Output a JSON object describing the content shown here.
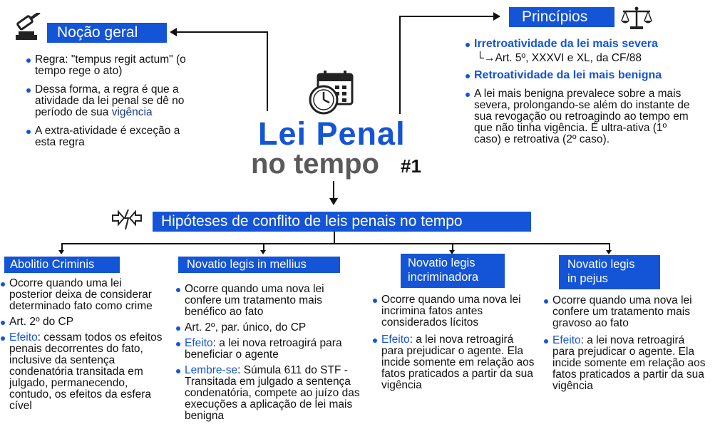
{
  "main_title": {
    "line1": "Lei Penal",
    "line2": "no tempo",
    "number": "#1"
  },
  "nocao": {
    "title": "Noção geral",
    "item1": "Regra: \"tempus regit actum\" (o tempo rege o ato)",
    "item2_pre": "Dessa forma, a regra é que a atividade da lei penal se dê no período de sua ",
    "item2_hl": "vigência",
    "item3": "A extra-atividade é exceção a esta regra"
  },
  "principios": {
    "title": "Princípios",
    "p1": "Irretroatividade da lei mais severa",
    "p1_sub": "└→Art. 5º, XXXVI e XL, da CF/88",
    "p2": "Retroatividade da lei mais benigna",
    "p2_text": "A lei mais benigna prevalece sobre a mais severa, prolongando-se além do instante de sua revogação ou retroagindo ao tempo em que não tinha vigência. É ultra-ativa (1º caso) e retroativa (2º caso)."
  },
  "hipoteses": {
    "title": "Hipóteses de conflito de leis penais no tempo"
  },
  "abolitio": {
    "title": "Abolitio Criminis",
    "i1": "Ocorre quando uma lei posterior deixa de considerar determinado fato como crime",
    "i2": "Art. 2º do CP",
    "i3_label": "Efeito",
    "i3_text": ": cessam todos os efeitos penais decorrentes do fato, inclusive da sentença condenatória transitada em julgado, permanecendo, contudo, os efeitos da esfera cível"
  },
  "mellius": {
    "title": "Novatio legis in mellius",
    "i1": "Ocorre quando uma nova lei confere um tratamento mais benéfico ao fato",
    "i2": "Art. 2º, par. único, do CP",
    "i3_label": "Efeito",
    "i3_text": ": a lei nova retroagirá para beneficiar o agente",
    "i4_label": "Lembre-se",
    "i4_text": ": Súmula 611 do STF - Transitada em julgado a sentença condenatória, compete ao juízo das execuções a aplicação de lei mais benigna"
  },
  "incriminadora": {
    "title1": "Novatio legis",
    "title2": "incriminadora",
    "i1": "Ocorre quando uma nova lei incrimina fatos antes considerados lícitos",
    "i2_label": "Efeito",
    "i2_text": ": a lei nova retroagirá para prejudicar o agente. Ela incide somente em relação aos fatos praticados a partir da sua vigência"
  },
  "pejus": {
    "title1": "Novatio legis",
    "title2": "in pejus",
    "i1": "Ocorre quando uma nova lei confere um tratamento mais gravoso ao fato",
    "i2_label": "Efeito",
    "i2_text": ": a lei nova retroagirá para prejudicar o agente. Ela incide somente em relação aos fatos praticados a partir da sua vigência"
  },
  "colors": {
    "accent": "#1454d6",
    "title_blue": "#1454d6",
    "title_gray": "#5a5a5a"
  },
  "icons": [
    "gavel-icon",
    "scales-icon",
    "calendar-clock-icon",
    "conflict-icon"
  ]
}
